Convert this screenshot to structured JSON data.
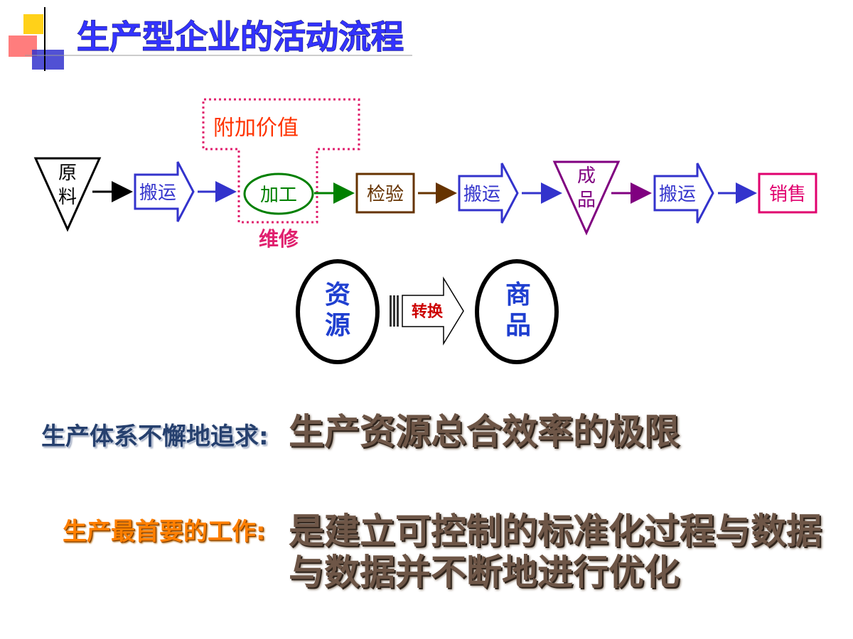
{
  "title": "生产型企业的活动流程",
  "flow": {
    "raw_material": "原料",
    "move_1": "搬运",
    "value_added_label": "附加价值",
    "process": "加工",
    "maintenance": "维修",
    "inspection": "检验",
    "move_2": "搬运",
    "finished_goods": "成品",
    "move_3": "搬运",
    "sales": "销售"
  },
  "transform": {
    "resources": "资源",
    "convert": "转换",
    "goods": "商品"
  },
  "statements": {
    "pursuit_label": "生产体系不懈地追求:",
    "pursuit_value": "生产资源总合效率的极限",
    "primary_label": "生产最首要的工作:",
    "primary_value_line1": "是建立可控制的标准化过程与数据",
    "primary_value_line2": "与数据并不断地进行优化"
  },
  "colors": {
    "title": "#3333ff",
    "arrow_blue": "#3333cc",
    "process_green": "#008000",
    "inspection_brown": "#663300",
    "finished_purple": "#800080",
    "sales_pink": "#e0006e",
    "value_added": "#ff3300",
    "dotted_border": "#e0206e"
  }
}
